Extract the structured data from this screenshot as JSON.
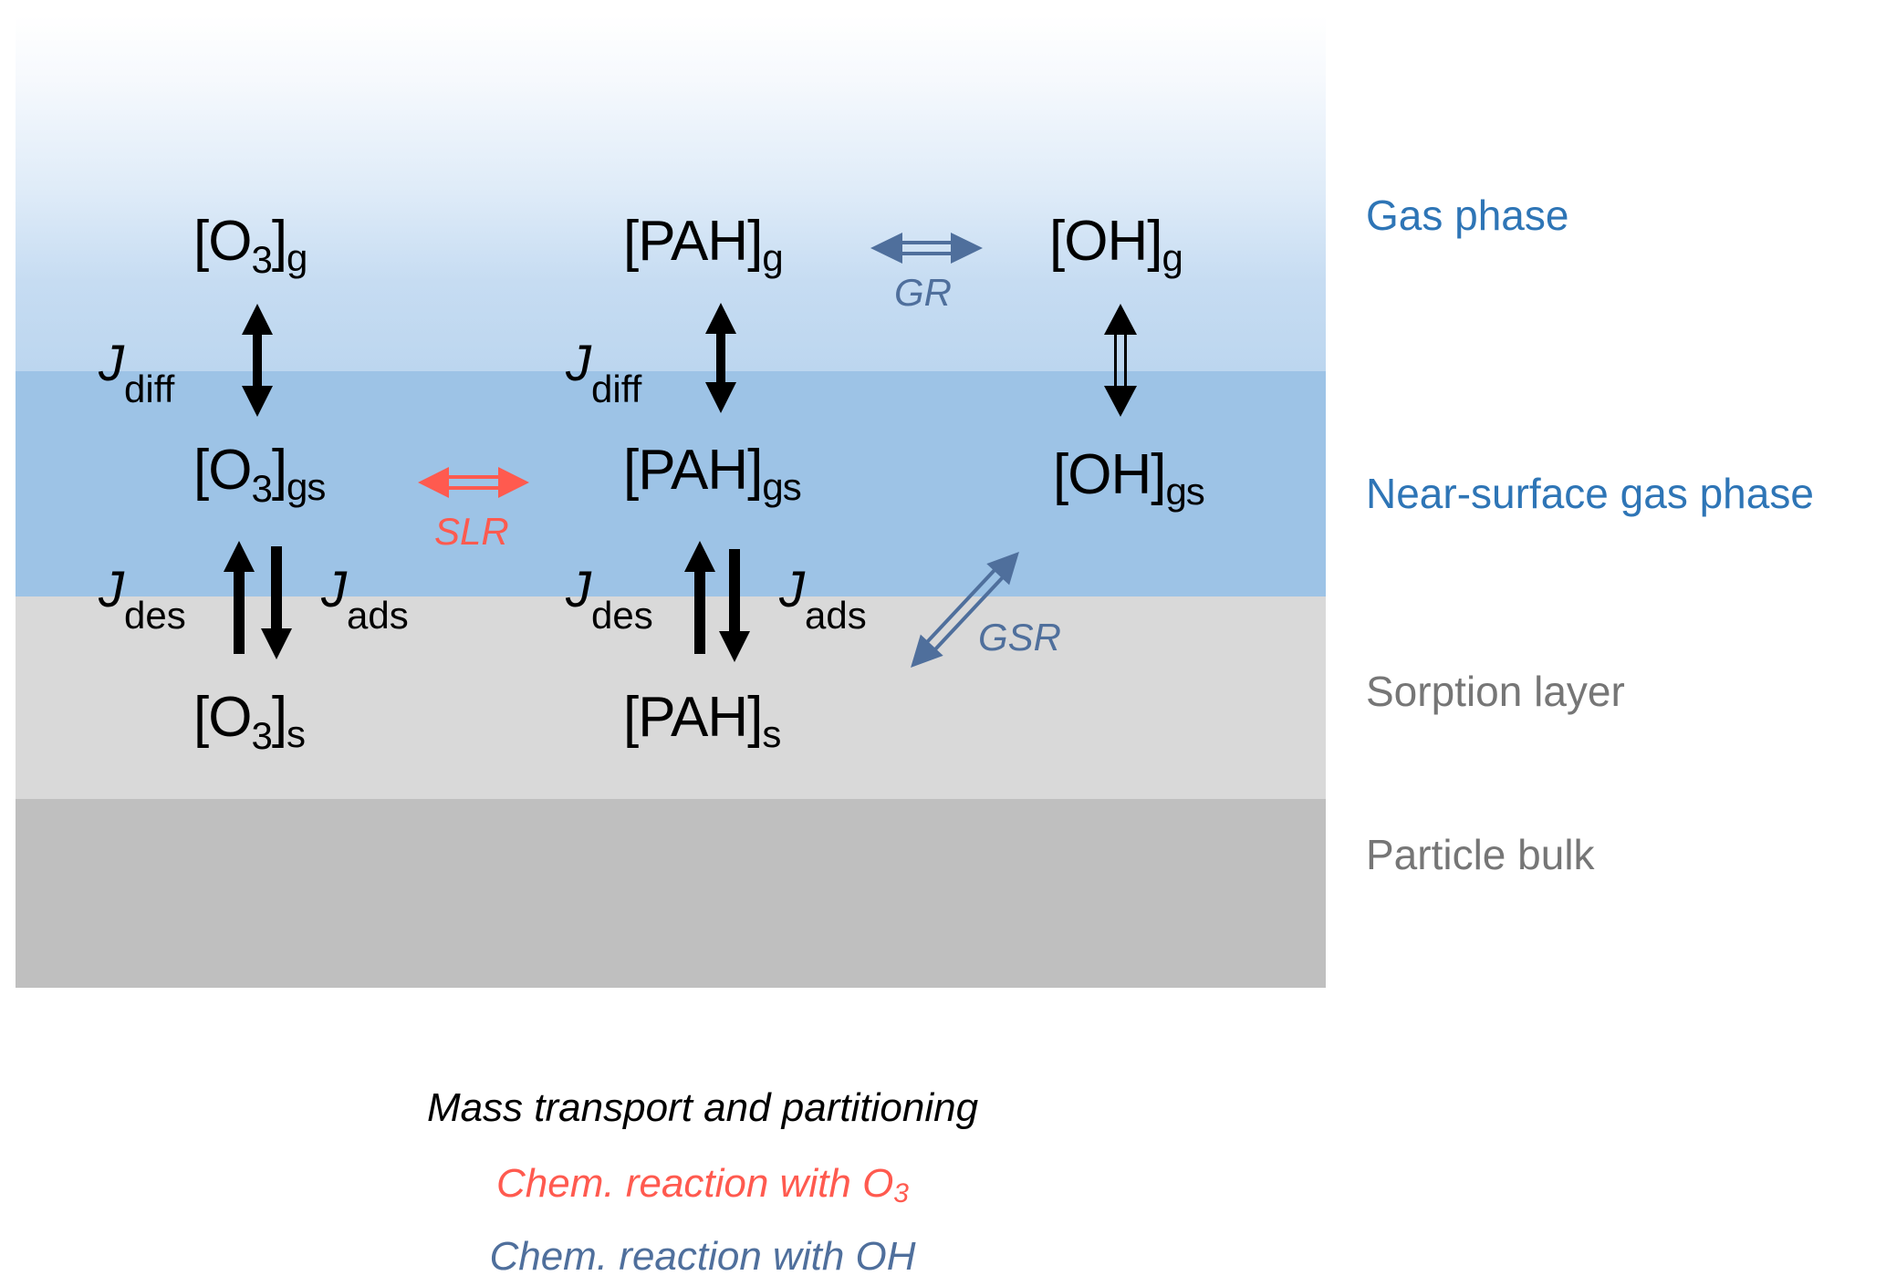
{
  "layers": [
    {
      "id": "gas",
      "label": "Gas phase",
      "color": "#bdd7ee"
    },
    {
      "id": "near_surface",
      "label": "Near-surface gas phase",
      "color": "#9dc3e6"
    },
    {
      "id": "sorption",
      "label": "Sorption layer",
      "color": "#d9d9d9"
    },
    {
      "id": "bulk",
      "label": "Particle bulk",
      "color": "#bfbfbf"
    }
  ],
  "species": {
    "o3_g": {
      "main": "[O",
      "num": "3",
      "close": "]",
      "sub": "g"
    },
    "o3_gs": {
      "main": "[O",
      "num": "3",
      "close": "]",
      "sub": "gs"
    },
    "o3_s": {
      "main": "[O",
      "num": "3",
      "close": "]",
      "sub": "s"
    },
    "pah_g": {
      "main": "[PAH]",
      "sub": "g"
    },
    "pah_gs": {
      "main": "[PAH]",
      "sub": "gs"
    },
    "pah_s": {
      "main": "[PAH]",
      "sub": "s"
    },
    "oh_g": {
      "main": "[OH]",
      "sub": "g"
    },
    "oh_gs": {
      "main": "[OH]",
      "sub": "gs"
    }
  },
  "fluxes": {
    "symbol": "J",
    "diff": "diff",
    "des": "des",
    "ads": "ads"
  },
  "reactions": {
    "slr": "SLR",
    "gr": "GR",
    "gsr": "GSR"
  },
  "legend": {
    "mass_transport": "Mass transport and partitioning",
    "o3_prefix": "Chem. reaction with O",
    "o3_sub": "3",
    "oh": "Chem. reaction with OH"
  },
  "colors": {
    "mass_transport": "#000000",
    "o3_reaction": "#ff5a4f",
    "oh_reaction": "#4f6f9c",
    "phase_label_blue": "#2e75b6",
    "phase_label_gray": "#767676"
  }
}
